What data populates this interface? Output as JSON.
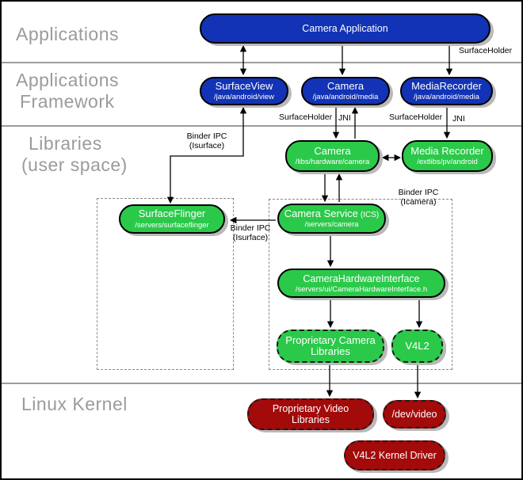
{
  "colors": {
    "app_blue": "#1233b5",
    "lib_green": "#2bc94a",
    "kernel_red": "#a30a0a",
    "shadow": "#b9b9b9"
  },
  "layers": {
    "applications": "Applications",
    "framework_line1": "Applications",
    "framework_line2": "Framework",
    "libraries_line1": "Libraries",
    "libraries_line2": "(user space)",
    "kernel": "Linux Kernel"
  },
  "nodes": {
    "camera_application": {
      "title": "Camera Application"
    },
    "surface_view": {
      "title": "SurfaceView",
      "subtitle": "/java/android/view"
    },
    "camera_framework": {
      "title": "Camera",
      "subtitle": "/java/android/media"
    },
    "media_recorder_framework": {
      "title": "MediaRecorder",
      "subtitle": "/java/android/media"
    },
    "camera_lib": {
      "title": "Camera",
      "subtitle": "/libs/hardware/camera"
    },
    "media_recorder_lib": {
      "title": "Media Recorder",
      "subtitle": "/extlibs/pv/android"
    },
    "surface_flinger": {
      "title": "SurfaceFlinger",
      "subtitle": "/servers/surfaceflinger"
    },
    "camera_service": {
      "title": "Camera Service",
      "title_suffix": "(ICS)",
      "subtitle": "/servers/camera"
    },
    "camera_hardware_interface": {
      "title": "CameraHardwareInterface",
      "subtitle": "/servers/ui/CameraHardwareInterface.h"
    },
    "proprietary_camera_libraries": {
      "title": "Proprietary Camera Libraries"
    },
    "v4l2": {
      "title": "V4L2"
    },
    "proprietary_video_libraries": {
      "title": "Proprietary Video Libraries"
    },
    "dev_video": {
      "title": "/dev/video"
    },
    "v4l2_kernel_driver": {
      "title": "V4L2 Kernel Driver"
    }
  },
  "edge_labels": {
    "surfaceholder_top": "SurfaceHolder",
    "binder_ipc_surfaceview_line1": "Binder IPC",
    "binder_ipc_surfaceview_line2": "(Isurface)",
    "surfaceholder_camera": "SurfaceHolder",
    "jni_camera": "JNI",
    "surfaceholder_mediarecorder": "SurfaceHolder",
    "jni_mediarecorder": "JNI",
    "binder_ipc_icamera_line1": "Binder IPC",
    "binder_ipc_icamera_line2": "(Icamera)",
    "binder_ipc_isurface_line1": "Binder IPC",
    "binder_ipc_isurface_line2": "(Isurface)"
  }
}
